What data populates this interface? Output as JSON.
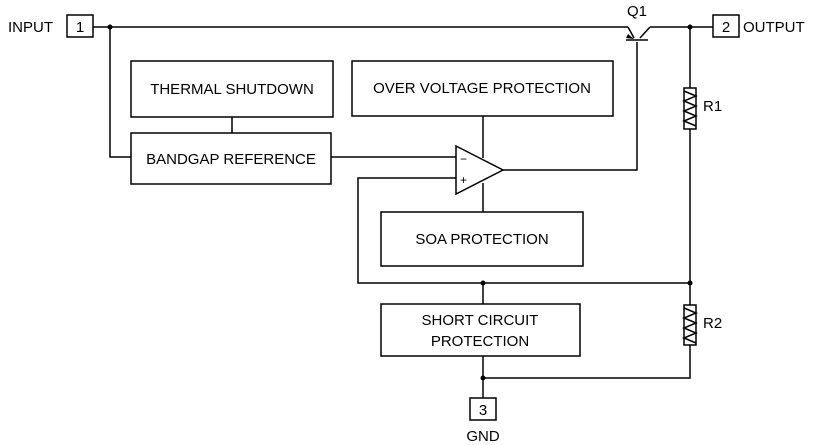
{
  "title": "",
  "pins": {
    "input": {
      "number": "1",
      "label": "INPUT"
    },
    "output": {
      "number": "2",
      "label": "OUTPUT"
    },
    "gnd": {
      "number": "3",
      "label": "GND"
    }
  },
  "blocks": {
    "thermal_shutdown": "THERMAL SHUTDOWN",
    "over_voltage": "OVER VOLTAGE PROTECTION",
    "bandgap": "BANDGAP REFERENCE",
    "soa": "SOA PROTECTION",
    "short_circuit_line1": "SHORT CIRCUIT",
    "short_circuit_line2": "PROTECTION"
  },
  "components": {
    "transistor": "Q1",
    "r1": "R1",
    "r2": "R2"
  },
  "amp": {
    "minus": "−",
    "plus": "+"
  }
}
